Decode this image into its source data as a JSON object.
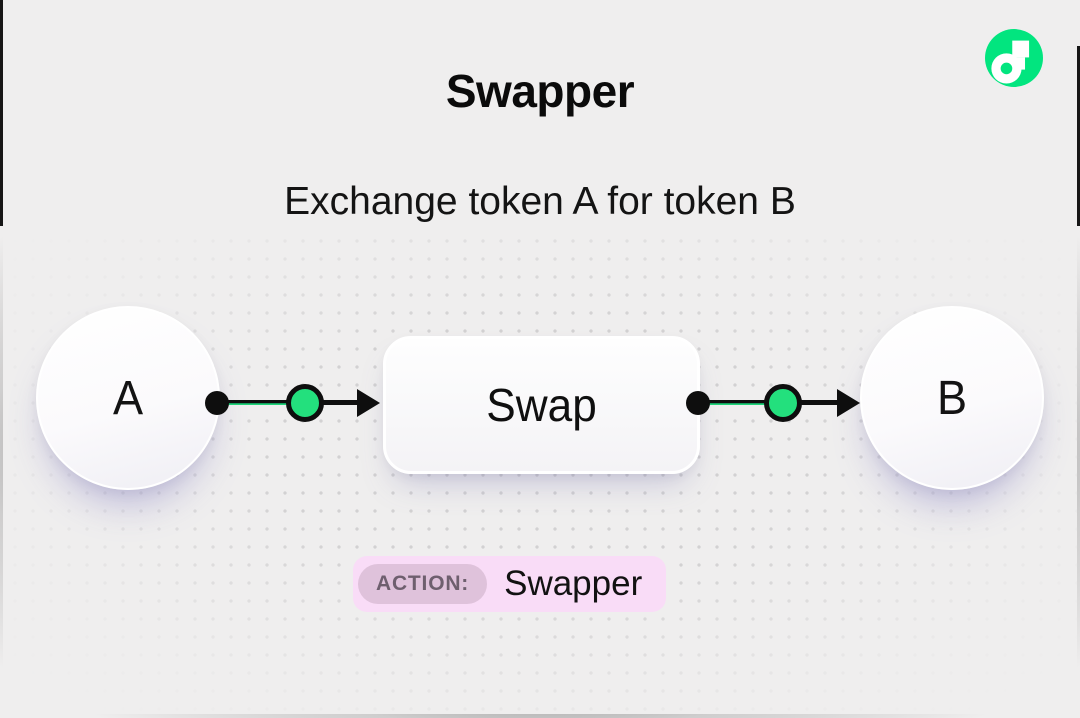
{
  "header": {
    "title": "Swapper",
    "subtitle": "Exchange token A for token B"
  },
  "diagram": {
    "node_a_label": "A",
    "node_b_label": "B",
    "process_label": "Swap"
  },
  "action_badge": {
    "label": "ACTION:",
    "value": "Swapper"
  },
  "brand": {
    "icon": "flow-logo-icon"
  },
  "colors": {
    "background": "#efeeee",
    "frame_border": "#161616",
    "connector_black": "#0e0e0e",
    "accent_green": "#23e07d",
    "logo_green": "#02e57f",
    "badge_background": "#f9dcf7",
    "badge_label_background": "#dfc2db",
    "badge_label_text": "#6e5f6e",
    "text_primary": "#111111"
  }
}
